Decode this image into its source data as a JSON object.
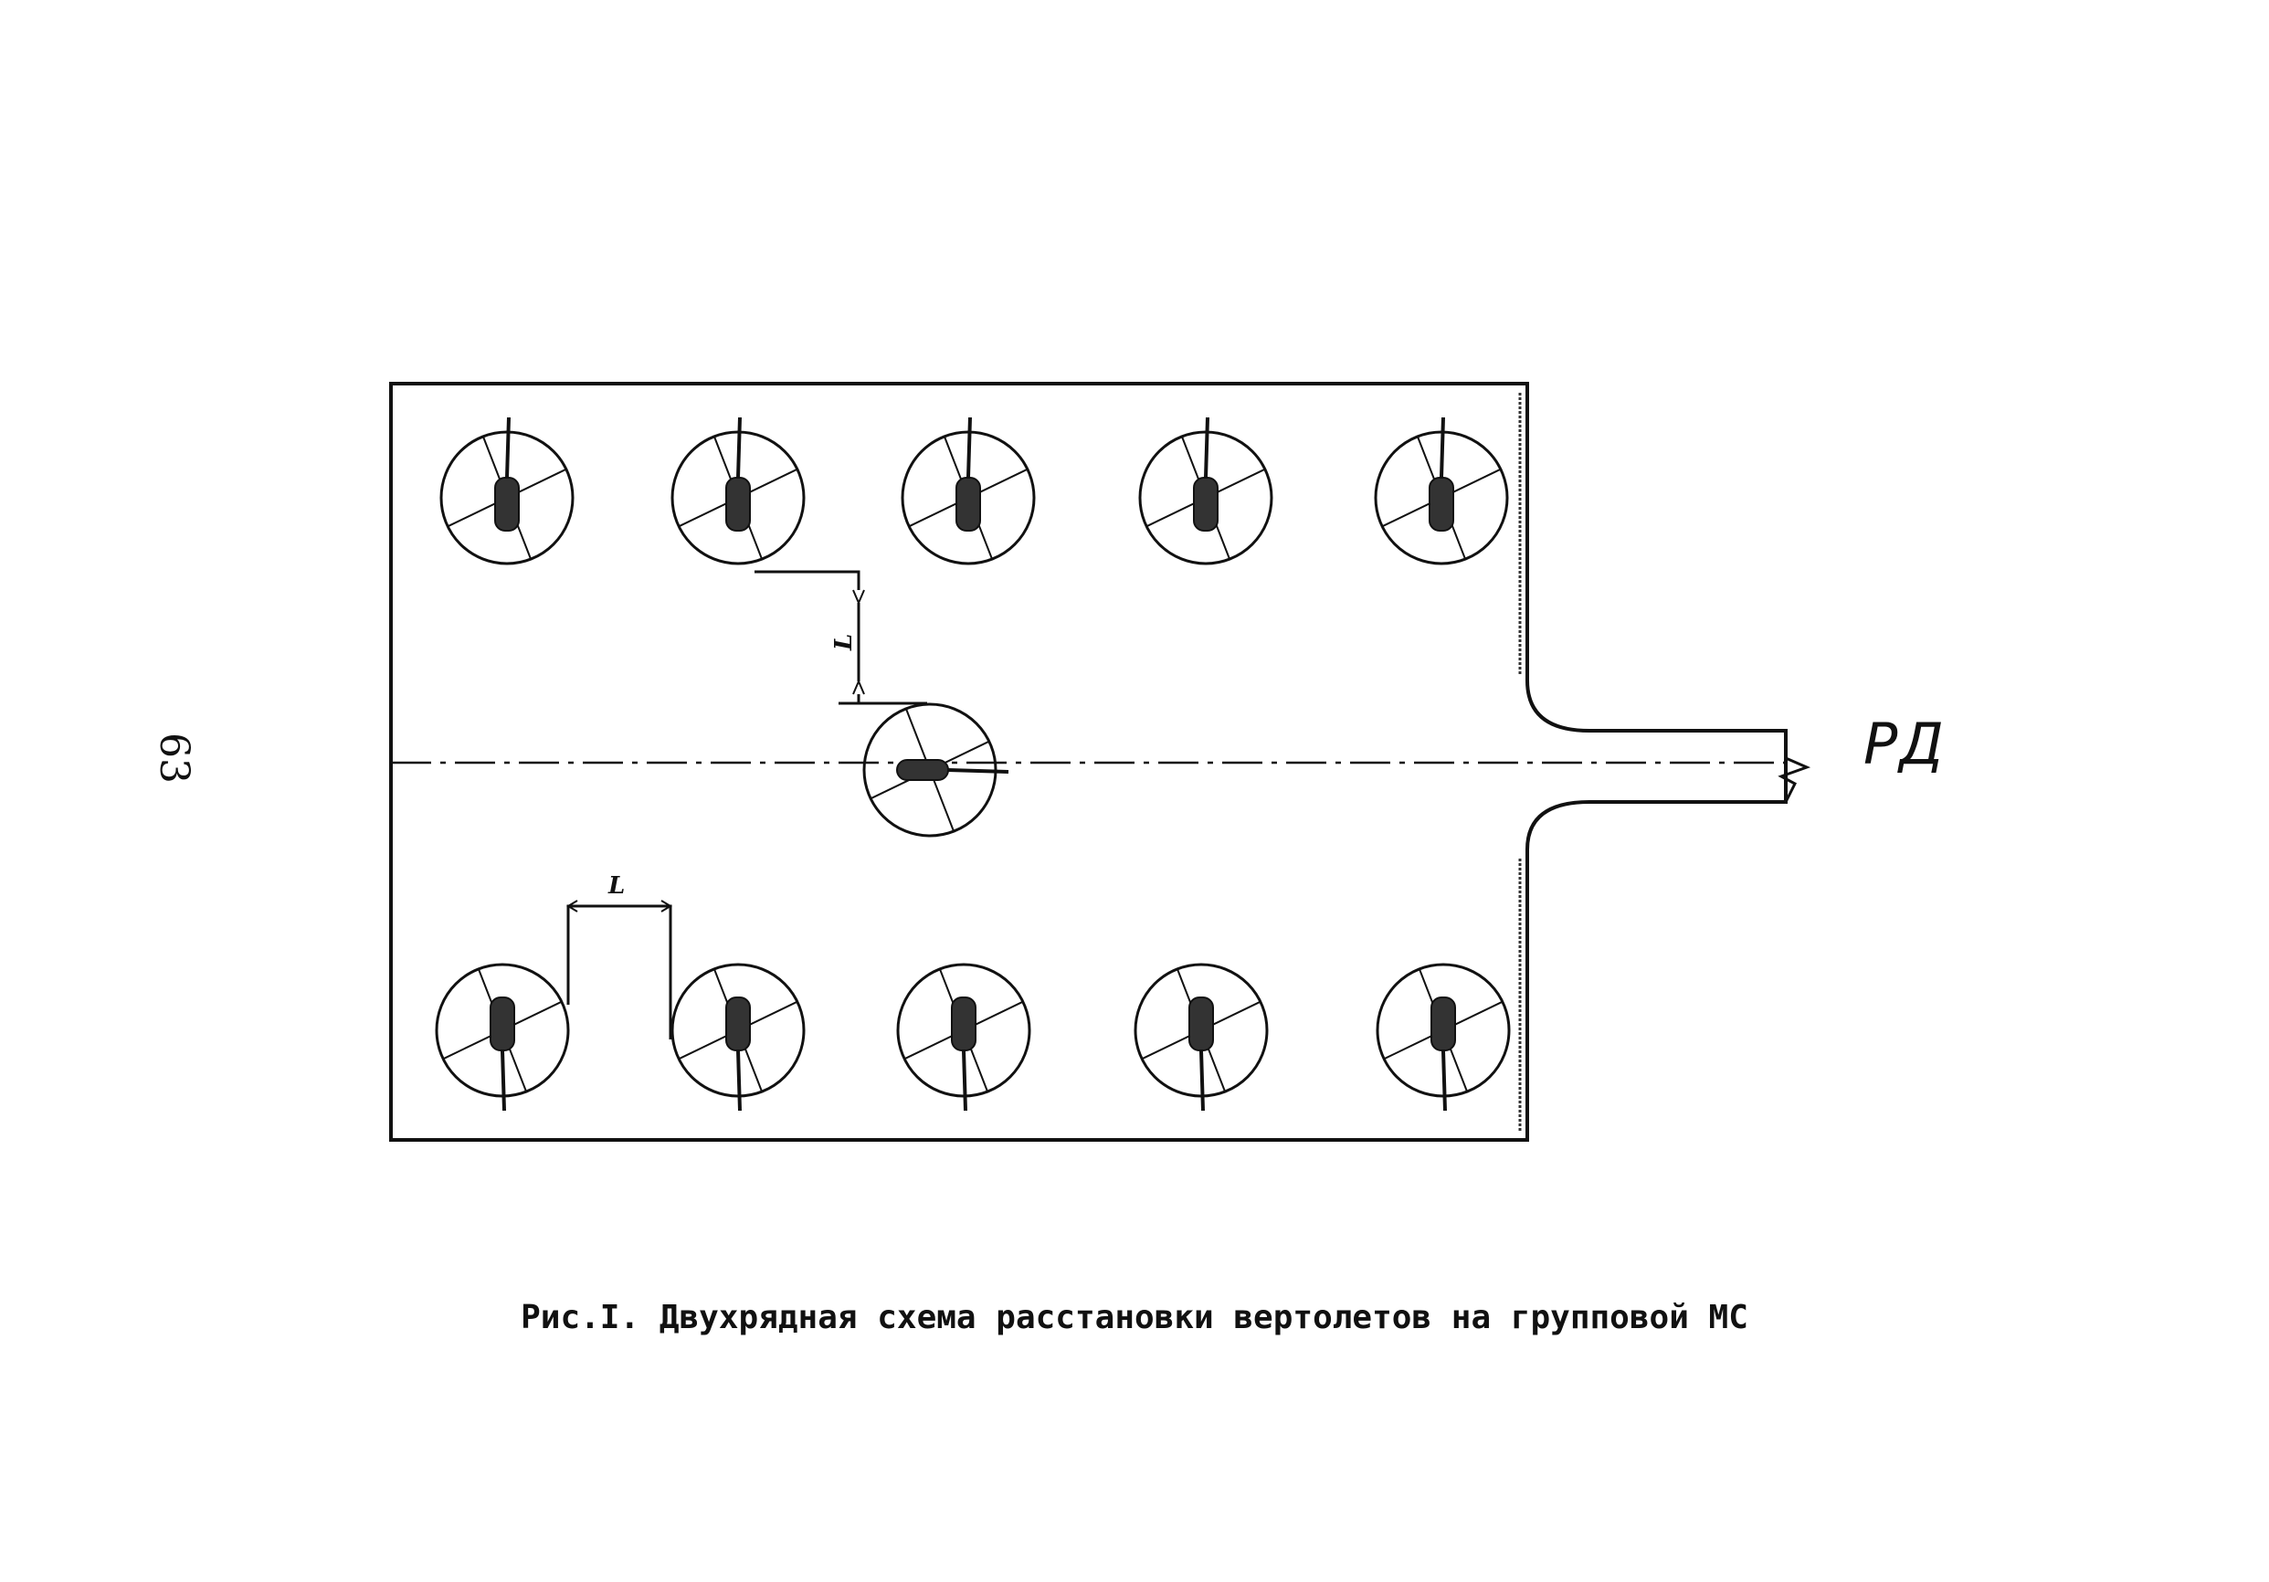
{
  "page_number": "63",
  "runway_label": "РД",
  "dimension_label": "L",
  "caption": "Рис.I. Двухрядная схема расстановки вертолетов на групповой МС",
  "helicopters": {
    "top_row_count": 5,
    "bottom_row_count": 5,
    "center_count": 1
  },
  "colors": {
    "ink": "#111111",
    "rotor_disc": "#222222",
    "fuselage": "#333333"
  }
}
